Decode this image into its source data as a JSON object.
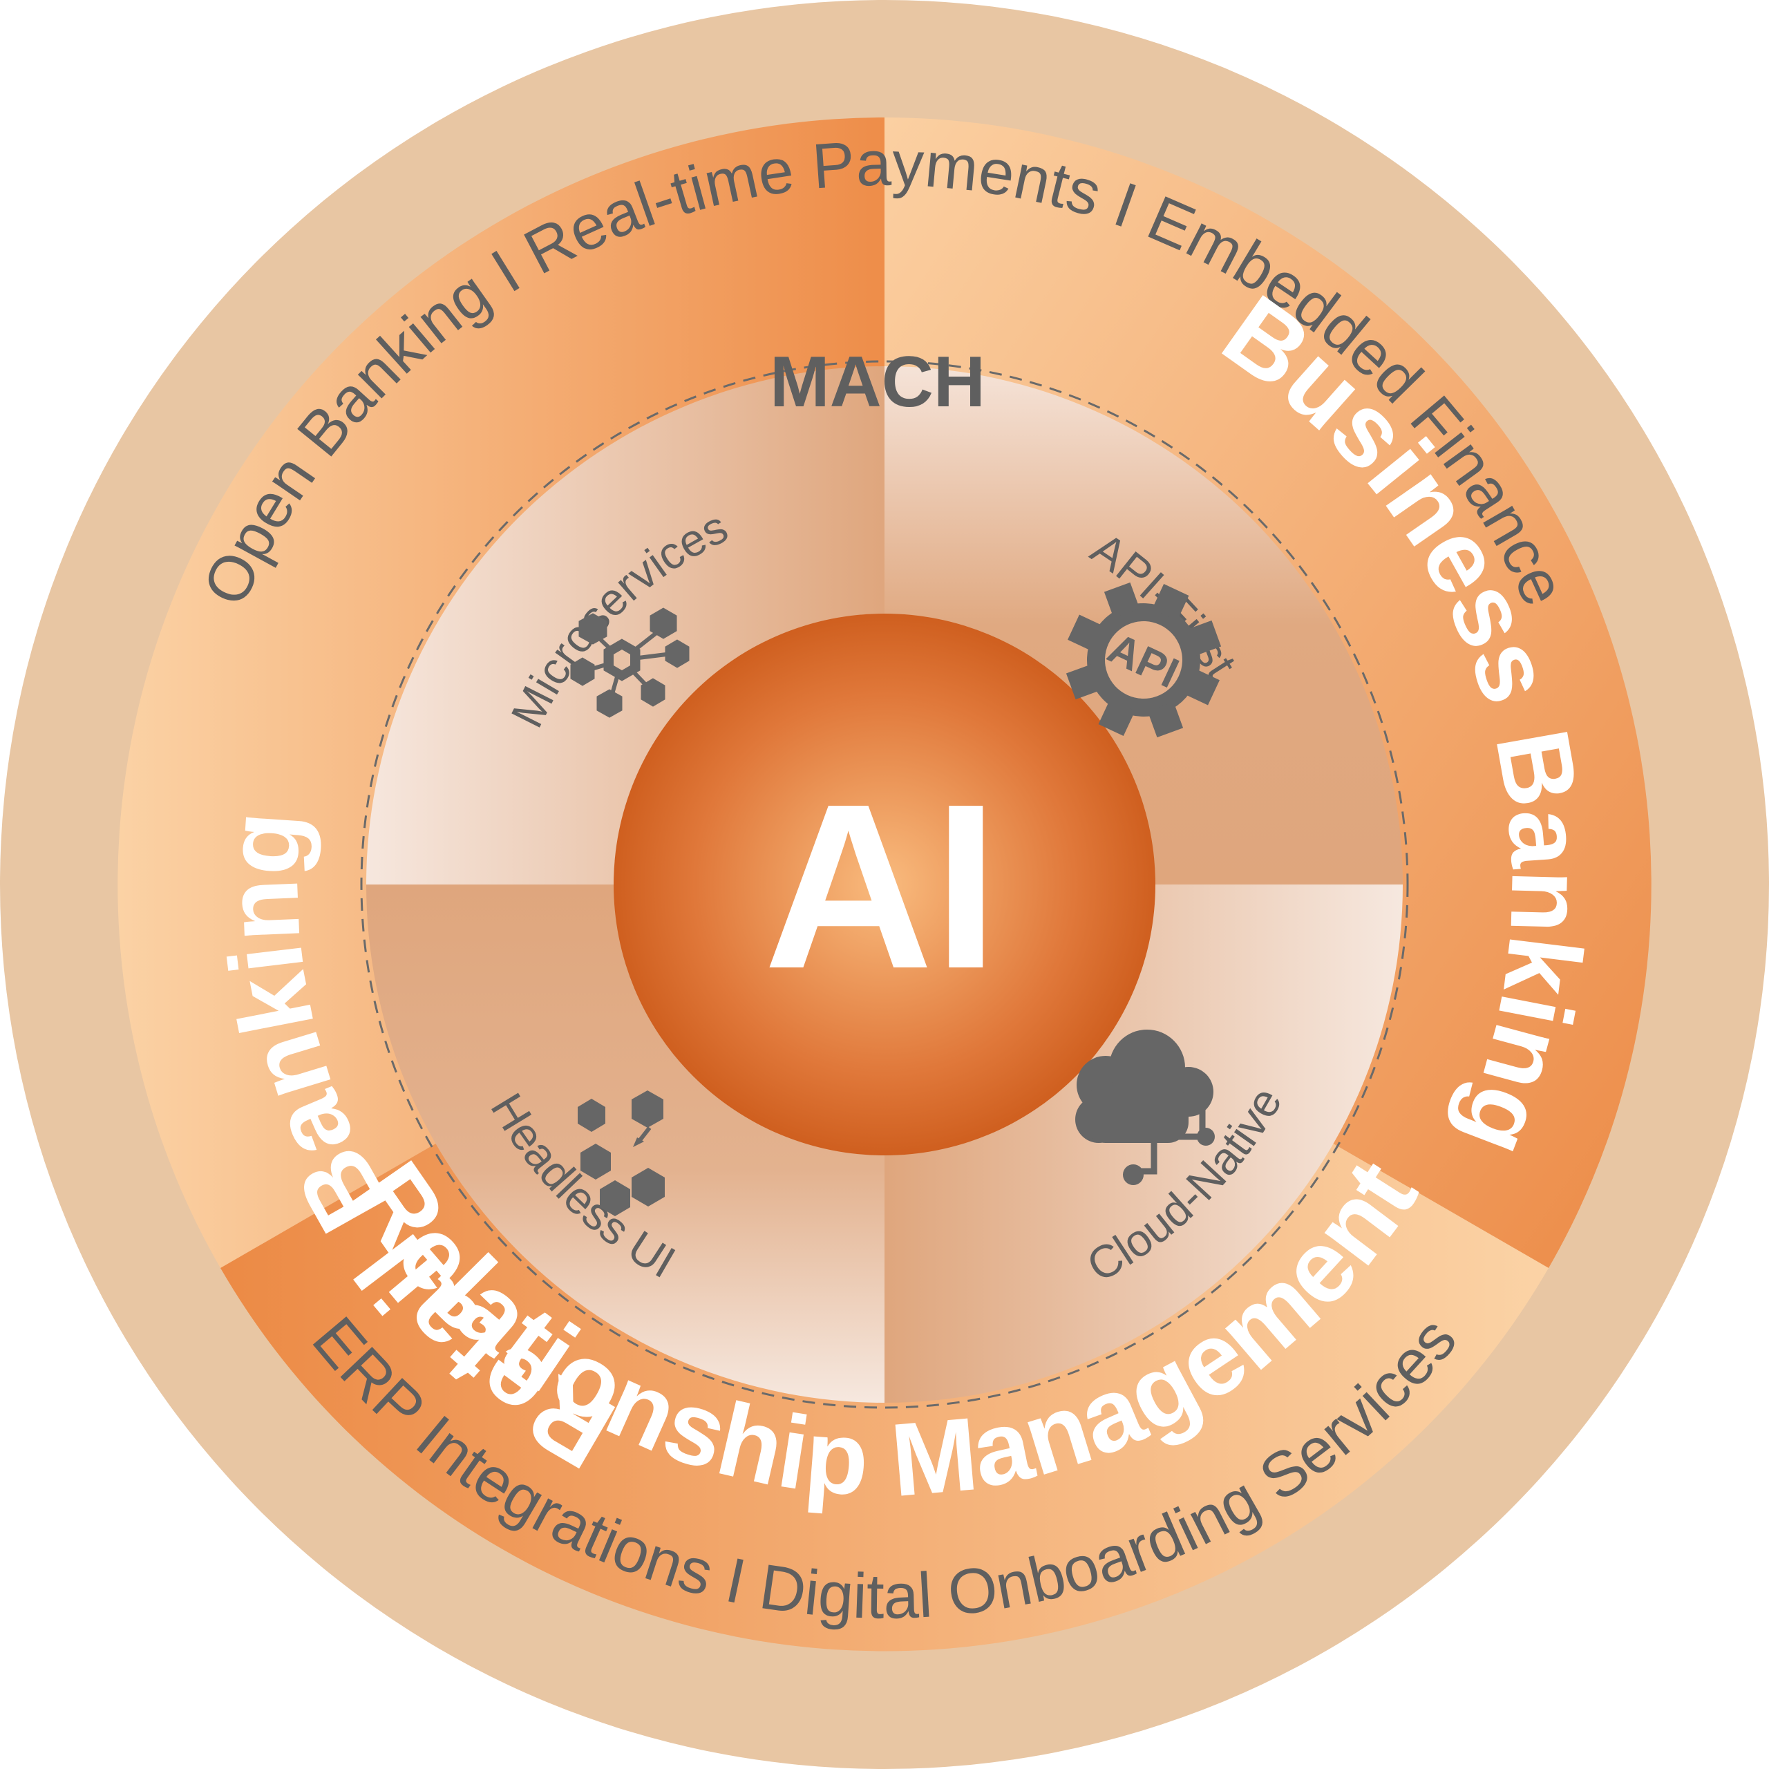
{
  "outer_ring": {
    "top_text": "Open Banking I Real-time Payments I Embedded Finance",
    "bottom_text": "ERP Integrations I Digital Onboarding Services"
  },
  "segments": {
    "retail": "Retail Banking",
    "business": "Business Banking",
    "relationship": "Relationship Management"
  },
  "mach": {
    "title": "MACH",
    "microservices": "Microservices",
    "api_first": "API-First",
    "headless": "Headless UI",
    "cloud_native": "Cloud-Native",
    "api_icon_text": "API"
  },
  "core": {
    "label": "AI"
  },
  "colors": {
    "outer_ring": "#e8c6a3",
    "segment_light": "#fad0a2",
    "segment_dark": "#ee8f4c",
    "inner_light": "#f3e5dc",
    "inner_dark": "#dfa77e",
    "core_light": "#f8b678",
    "core_dark": "#d1611f",
    "text_gray": "#5f5f5f",
    "text_white": "#ffffff"
  }
}
